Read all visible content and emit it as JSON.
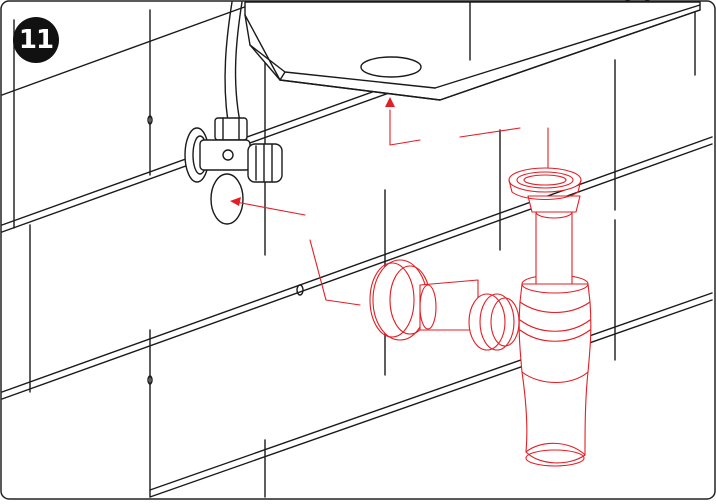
{
  "step": {
    "number": "11"
  },
  "colors": {
    "outline": "#1a1a1a",
    "highlight": "#e31e24",
    "badge": "#111111",
    "background": "#ffffff"
  },
  "icons": {
    "step-badge": "filled-circle-number",
    "arrows": "red-guide-arrow"
  }
}
